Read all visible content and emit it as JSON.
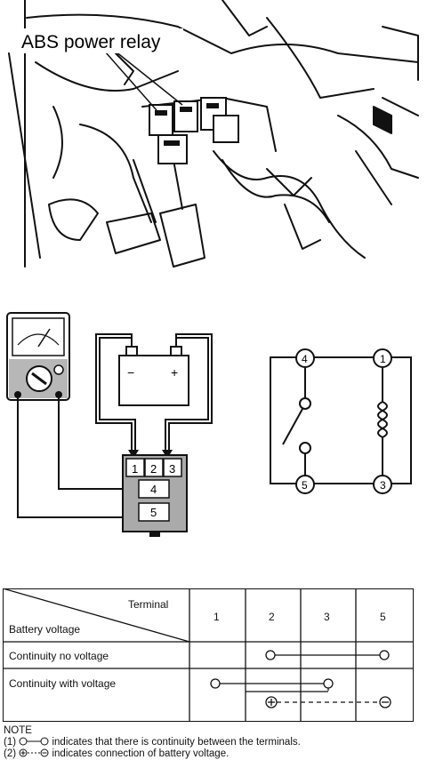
{
  "photo": {
    "label": "ABS power relay"
  },
  "test_diagram": {
    "battery_minus": "−",
    "battery_plus": "+",
    "connector_terminals": [
      "1",
      "2",
      "3"
    ],
    "connector_lower_terminals": [
      "4",
      "5"
    ],
    "schematic_terminals": [
      "4",
      "1",
      "5",
      "3"
    ]
  },
  "table": {
    "header_terminal": "Terminal",
    "header_battery": "Battery voltage",
    "columns": [
      "1",
      "2",
      "3",
      "5"
    ],
    "rows": [
      {
        "label": "Continuity no voltage"
      },
      {
        "label": "Continuity with voltage"
      }
    ]
  },
  "note": {
    "title": "NOTE",
    "line1_prefix": "(1)",
    "line1_text": "indicates that there is continuity between the terminals.",
    "line2_prefix": "(2)",
    "line2_text": "indicates connection of battery voltage."
  }
}
